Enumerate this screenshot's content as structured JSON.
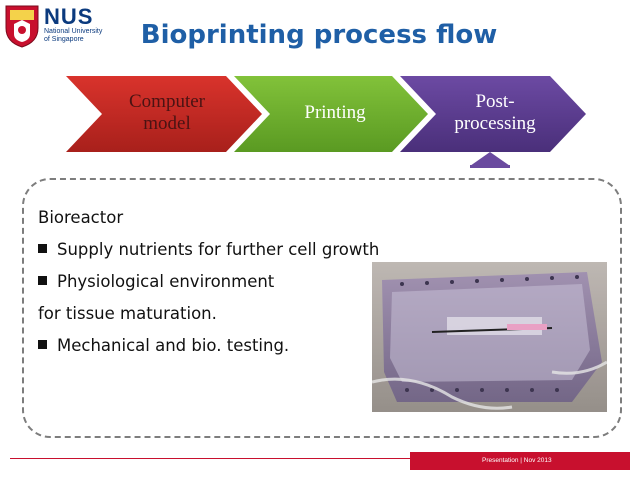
{
  "logo": {
    "name": "NUS",
    "sub_line1": "National University",
    "sub_line2": "of Singapore"
  },
  "slide": {
    "title": "Bioprinting process flow"
  },
  "flow_steps": [
    {
      "label_line1": "Computer",
      "label_line2": "model",
      "color": "#c0251f",
      "text_color": "#4a1313"
    },
    {
      "label_line1": "Printing",
      "label_line2": "",
      "color": "#6fb12d",
      "text_color": "#ffffff"
    },
    {
      "label_line1": "Post-",
      "label_line2": "processing",
      "color": "#5b3c8f",
      "text_color": "#ffffff"
    }
  ],
  "content": {
    "heading": "Bioreactor",
    "bullet1": "Supply nutrients for further cell growth",
    "bullet2": "Physiological environment",
    "continuation": "for tissue maturation.",
    "bullet3": "Mechanical and bio. testing."
  },
  "footer": {
    "text": "Presentation | Nov 2013",
    "color": "#c8102e"
  }
}
